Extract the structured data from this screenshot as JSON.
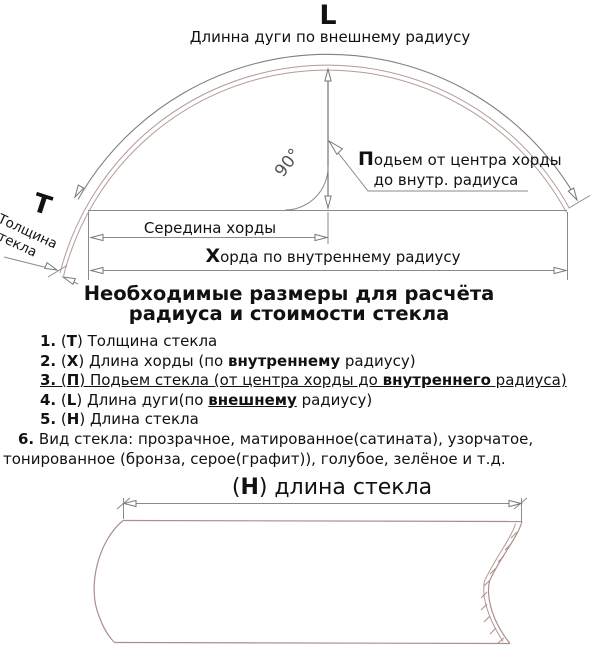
{
  "colors": {
    "glass_outline": "#ab8f8c",
    "dimension_line": "#8a8a8a",
    "arc_dimension_line": "#7f7f7f",
    "text": "#111111",
    "background": "#ffffff"
  },
  "top_diagram": {
    "arc_letter": "L",
    "arc_caption": "Длинна дуги по внешнему радиусу",
    "thickness_letter": "Т",
    "thickness_caption_line1": "Толщина",
    "thickness_caption_line2": "стекла",
    "angle_label": "90°",
    "rise_letter": "П",
    "rise_caption_line1_rest": "одьем от центра хорды",
    "rise_caption_line2": "до внутр. радиуса",
    "mid_chord_label": "Середина хорды",
    "chord_letter": "Х",
    "chord_caption_rest": "орда по внутреннему радиусу"
  },
  "heading": {
    "line1": "Необходимые размеры для расчёта",
    "line2": "радиуса и стоимости стекла"
  },
  "list": {
    "items": [
      [
        {
          "t": "1.",
          "b": true
        },
        {
          "t": " ("
        },
        {
          "t": "Т",
          "b": true
        },
        {
          "t": ") Толщина стекла"
        }
      ],
      [
        {
          "t": "2.",
          "b": true
        },
        {
          "t": " ("
        },
        {
          "t": "Х",
          "b": true
        },
        {
          "t": ") Длина хорды (по "
        },
        {
          "t": "внутреннему",
          "b": true
        },
        {
          "t": " радиусу)"
        }
      ],
      [
        {
          "t": "3.",
          "b": true,
          "u": true
        },
        {
          "t": " (",
          "u": true
        },
        {
          "t": "П",
          "b": true,
          "u": true
        },
        {
          "t": ") Подьем стекла (от центра хорды до ",
          "u": true
        },
        {
          "t": "внутреннего",
          "b": true,
          "u": true
        },
        {
          "t": " радиуса)",
          "u": true
        }
      ],
      [
        {
          "t": "4.",
          "b": true
        },
        {
          "t": " ("
        },
        {
          "t": "L",
          "b": true
        },
        {
          "t": ") Длина дуги(по "
        },
        {
          "t": "внешнему",
          "b": true,
          "u": true
        },
        {
          "t": " радиусу)"
        }
      ],
      [
        {
          "t": "5.",
          "b": true
        },
        {
          "t": " ("
        },
        {
          "t": "Н",
          "b": true
        },
        {
          "t": ") Длина стекла"
        }
      ],
      [
        {
          "t": "6.",
          "b": true
        },
        {
          "t": " Вид стекла: прозрачное, матированное(сатината), узорчатое,"
        }
      ],
      [
        {
          "t": "тонированное (бронза, серое(графит)), голубое, зелёное и т.д."
        }
      ]
    ]
  },
  "bottom_diagram": {
    "length_label_open": "(",
    "length_letter": "Н",
    "length_label_rest": ") длина стекла"
  }
}
